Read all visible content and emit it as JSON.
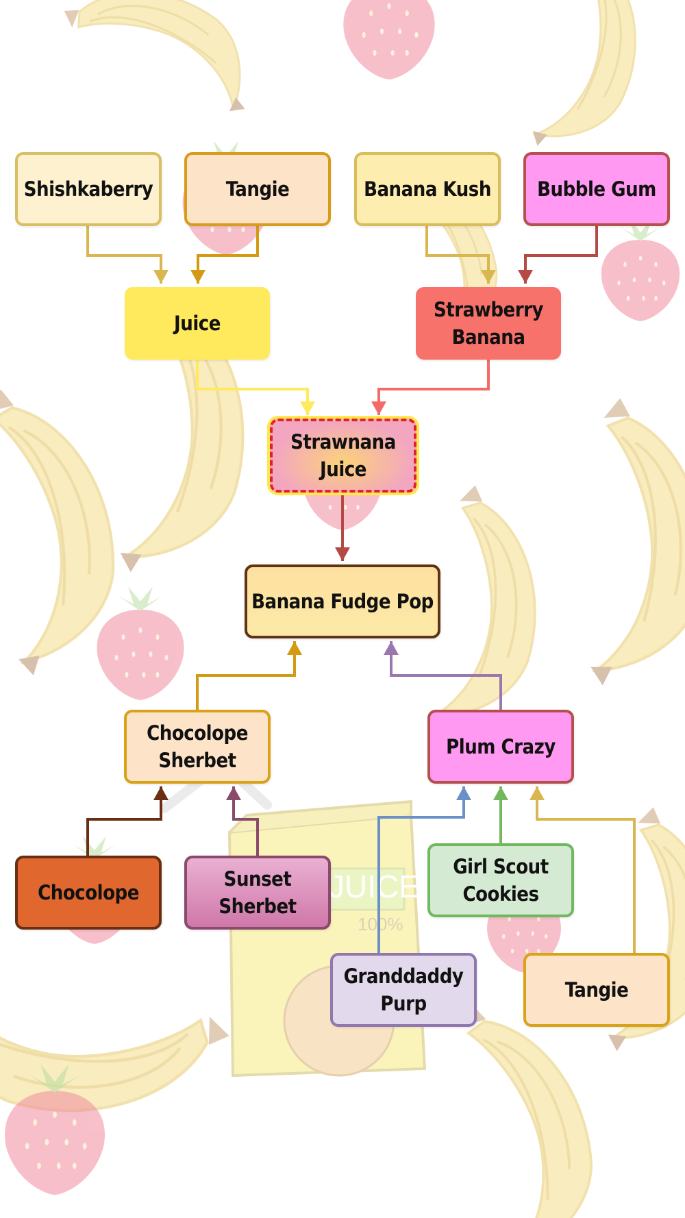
{
  "nodes": [
    {
      "id": "shishkaberry",
      "label": "Shishkaberry",
      "fill": "#fdf1cf",
      "border": "#d9bf63",
      "text": "#111111"
    },
    {
      "id": "tangie_top",
      "label": "Tangie",
      "fill": "#fde3c8",
      "border": "#d89c1a",
      "text": "#111111"
    },
    {
      "id": "banana_kush",
      "label": "Banana Kush",
      "fill": "#fdeeb0",
      "border": "#d8bd5a",
      "text": "#111111"
    },
    {
      "id": "bubble_gum",
      "label": "Bubble Gum",
      "fill": "#ff99f1",
      "border": "#b4504e",
      "text": "#111111"
    },
    {
      "id": "juice",
      "label": "Juice",
      "fill": "#ffe95c",
      "border": "#ffe95c",
      "text": "#111111"
    },
    {
      "id": "strawberry_banana",
      "label": "Strawberry\nBanana",
      "fill": "#f7726b",
      "border": "#f7726b",
      "text": "#111111"
    },
    {
      "id": "strawnana_juice",
      "label": "Strawnana\nJuice",
      "fill": "#f3a6c0",
      "border": "#e32222",
      "text": "#111111"
    },
    {
      "id": "banana_fudge_pop",
      "label": "Banana Fudge Pop",
      "fill": "#fde7a3",
      "border": "#5e3415",
      "text": "#111111"
    },
    {
      "id": "chocolope_sherbet",
      "label": "Chocolope\nSherbet",
      "fill": "#fde3c8",
      "border": "#d8a219",
      "text": "#111111"
    },
    {
      "id": "plum_crazy",
      "label": "Plum Crazy",
      "fill": "#ff99f1",
      "border": "#b4504e",
      "text": "#111111"
    },
    {
      "id": "chocolope",
      "label": "Chocolope",
      "fill": "#e0682f",
      "border": "#6a2e12",
      "text": "#111111"
    },
    {
      "id": "sunset_sherbet",
      "label": "Sunset Sherbet",
      "fill": "#d98db8",
      "border": "#8a4a6c",
      "text": "#111111"
    },
    {
      "id": "girl_scout_cookies",
      "label": "Girl Scout\nCookies",
      "fill": "#d4ead2",
      "border": "#6fb85e",
      "text": "#111111"
    },
    {
      "id": "granddaddy_purp",
      "label": "Granddaddy\nPurp",
      "fill": "#e3d9ec",
      "border": "#9077ad",
      "text": "#111111"
    },
    {
      "id": "tangie_bottom",
      "label": "Tangie",
      "fill": "#fde3c8",
      "border": "#d8a219",
      "text": "#111111"
    }
  ],
  "edges": [
    {
      "from": "shishkaberry",
      "to": "juice",
      "color": "#d9b64f"
    },
    {
      "from": "tangie_top",
      "to": "juice",
      "color": "#d39a12"
    },
    {
      "from": "banana_kush",
      "to": "strawberry_banana",
      "color": "#d9b64f"
    },
    {
      "from": "bubble_gum",
      "to": "strawberry_banana",
      "color": "#b54a45"
    },
    {
      "from": "juice",
      "to": "strawnana_juice",
      "color": "#ffe95c"
    },
    {
      "from": "strawberry_banana",
      "to": "strawnana_juice",
      "color": "#f46a66"
    },
    {
      "from": "strawnana_juice",
      "to": "banana_fudge_pop",
      "color": "#b54a45"
    },
    {
      "from": "chocolope_sherbet",
      "to": "banana_fudge_pop",
      "color": "#d39a12"
    },
    {
      "from": "plum_crazy",
      "to": "banana_fudge_pop",
      "color": "#9a78ad"
    },
    {
      "from": "chocolope",
      "to": "chocolope_sherbet",
      "color": "#6a2e12"
    },
    {
      "from": "sunset_sherbet",
      "to": "chocolope_sherbet",
      "color": "#8a4a6c"
    },
    {
      "from": "granddaddy_purp",
      "to": "plum_crazy",
      "color": "#6b8fc7"
    },
    {
      "from": "girl_scout_cookies",
      "to": "plum_crazy",
      "color": "#74b85e"
    },
    {
      "from": "tangie_bottom",
      "to": "plum_crazy",
      "color": "#d9b64f"
    }
  ],
  "background": {
    "motifs": [
      "banana-illustration",
      "strawberry-illustration",
      "juice-carton-illustration"
    ],
    "carton_text": [
      "JUICE",
      "100%"
    ]
  }
}
